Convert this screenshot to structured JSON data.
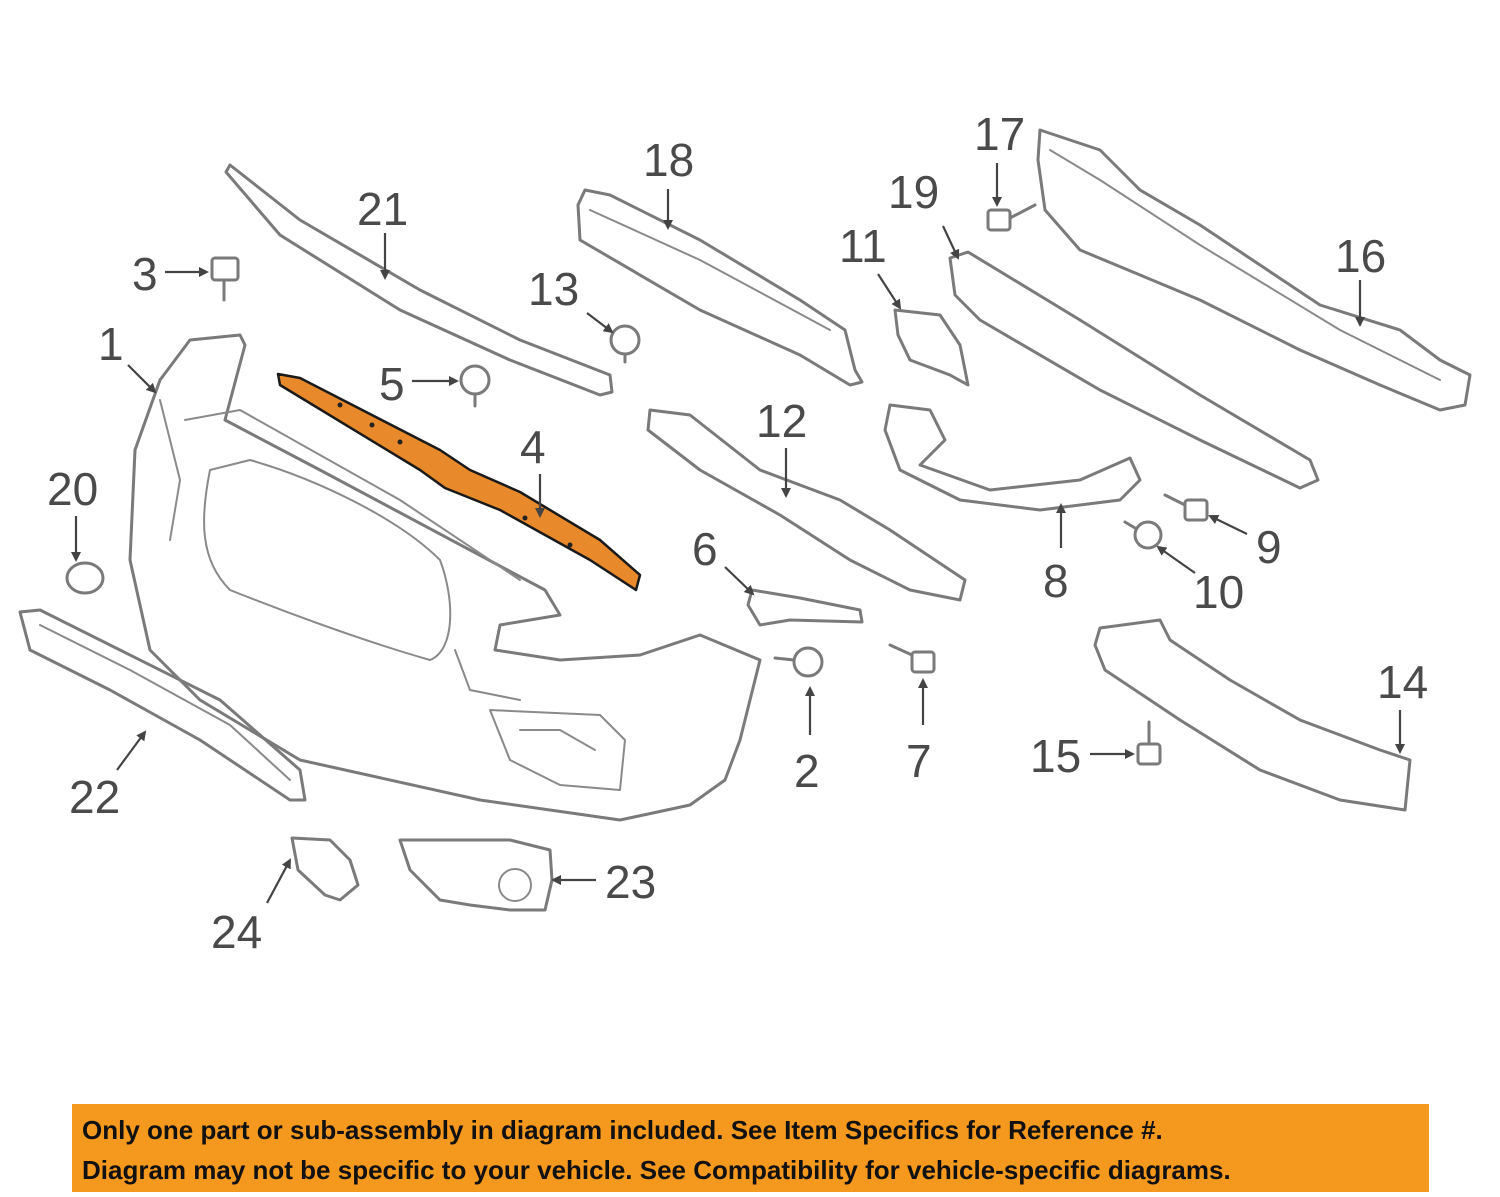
{
  "diagram": {
    "callouts": [
      "1",
      "2",
      "3",
      "4",
      "5",
      "6",
      "7",
      "8",
      "9",
      "10",
      "11",
      "12",
      "13",
      "14",
      "15",
      "16",
      "17",
      "18",
      "19",
      "20",
      "21",
      "22",
      "23",
      "24"
    ],
    "highlighted_part": "4",
    "highlight_color": "#e8892b",
    "line_color": "#7a7a7a"
  },
  "disclaimer": {
    "background": "#f5981e",
    "line1": "Only one part or sub-assembly in diagram included. See Item Specifics for Reference #.",
    "line2": "Diagram may not be specific to your vehicle. See Compatibility for vehicle-specific diagrams."
  }
}
